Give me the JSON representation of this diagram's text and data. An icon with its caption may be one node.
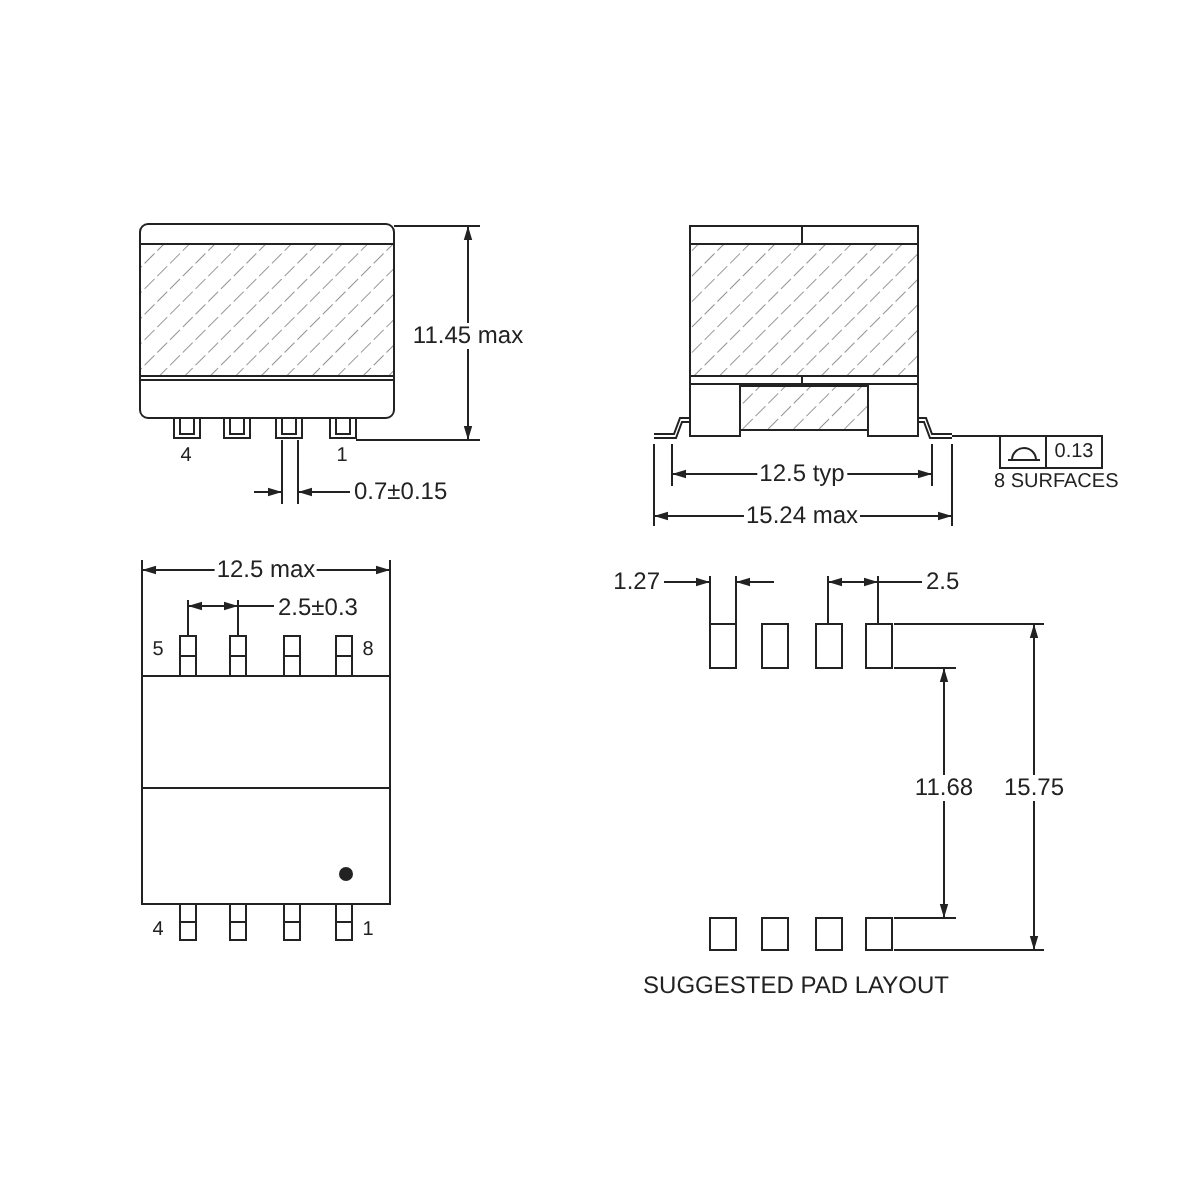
{
  "diagram": {
    "labels": [
      "11.45 max",
      "4",
      "1",
      "0.7±0.15",
      "0.13",
      "8 SURFACES",
      "12.5 typ",
      "15.24 max",
      "12.5 max",
      "2.5±0.3",
      "5",
      "8",
      "4",
      "1",
      "1.27",
      "2.5",
      "11.68",
      "15.75",
      "SUGGESTED PAD LAYOUT"
    ]
  }
}
